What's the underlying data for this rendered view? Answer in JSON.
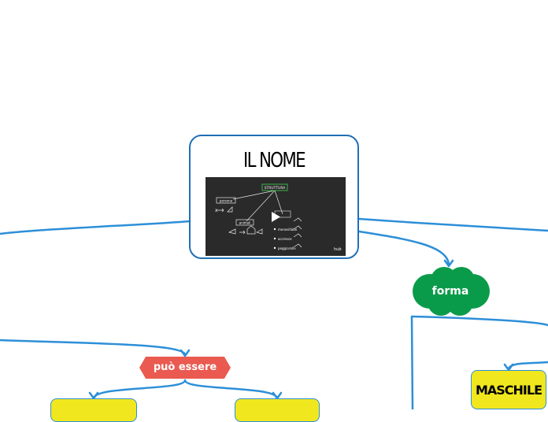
{
  "central": {
    "title": "IL NOME"
  },
  "video": {
    "box_struttura": "STRUTTURA",
    "box_persona": "persona",
    "box_animali": "animali",
    "text_x": "x",
    "list": [
      "monosillabe",
      "accresce",
      "peggiorativ"
    ],
    "brand": "hub"
  },
  "nodes": {
    "forma": "forma",
    "puo_essere": "può essere",
    "maschile": "MASCHILE"
  },
  "colors": {
    "link": "#2d8fd8",
    "central_border": "#1f6fb5",
    "cloud": "#0a9b4a",
    "hex": "#ea5a50",
    "yellow": "#f0e71f"
  }
}
